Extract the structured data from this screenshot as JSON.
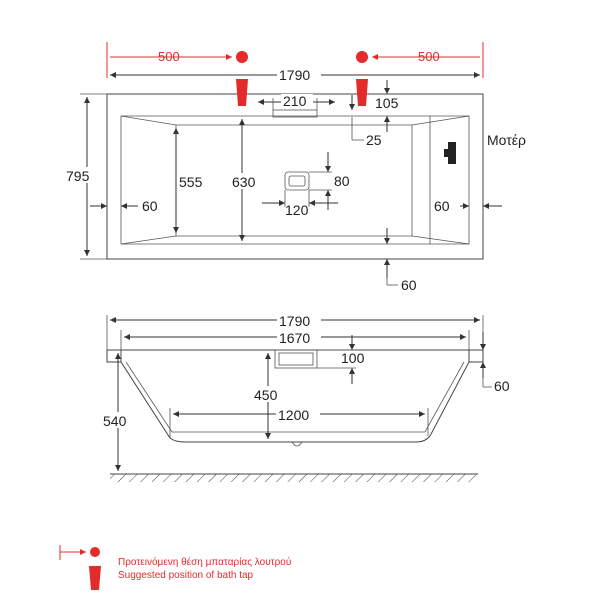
{
  "top_view": {
    "tap_offset_left": "500",
    "tap_offset_right": "500",
    "overall_length": "1790",
    "overflow_width": "210",
    "rim_top": "105",
    "overflow_offset": "25",
    "overall_width": "795",
    "inner_width": "555",
    "outer_inner_width": "630",
    "drain_depth": "80",
    "drain_offset": "120",
    "rim_left": "60",
    "rim_right": "60",
    "rim_bottom": "60",
    "motor_label": "Μοτέρ"
  },
  "side_view": {
    "overall_length": "1790",
    "top_inner_length": "1670",
    "overflow_height": "100",
    "depth": "450",
    "bottom_length": "1200",
    "overall_height": "540",
    "rim_height": "60"
  },
  "legend": {
    "line_greek": "Προτεινόμενη θέση μπαταρίας λουτρού",
    "line_english": "Suggested position of bath tap"
  },
  "colors": {
    "accent_red": "#e32b2b",
    "line": "#333333"
  }
}
